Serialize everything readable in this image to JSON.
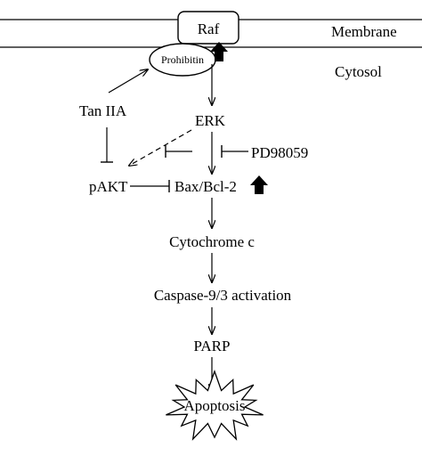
{
  "diagram": {
    "compartments": {
      "membrane": "Membrane",
      "cytosol": "Cytosol"
    },
    "nodes": {
      "raf": "Raf",
      "prohibitin": "Prohibitin",
      "tan_iia": "Tan IIA",
      "erk": "ERK",
      "pd98059": "PD98059",
      "pakt": "pAKT",
      "bax_bcl2": "Bax/Bcl-2",
      "cytochrome_c": "Cytochrome c",
      "caspase": "Caspase-9/3 activation",
      "parp": "PARP",
      "apoptosis": "Apoptosis"
    },
    "colors": {
      "ink": "#000000",
      "background": "#ffffff"
    }
  }
}
